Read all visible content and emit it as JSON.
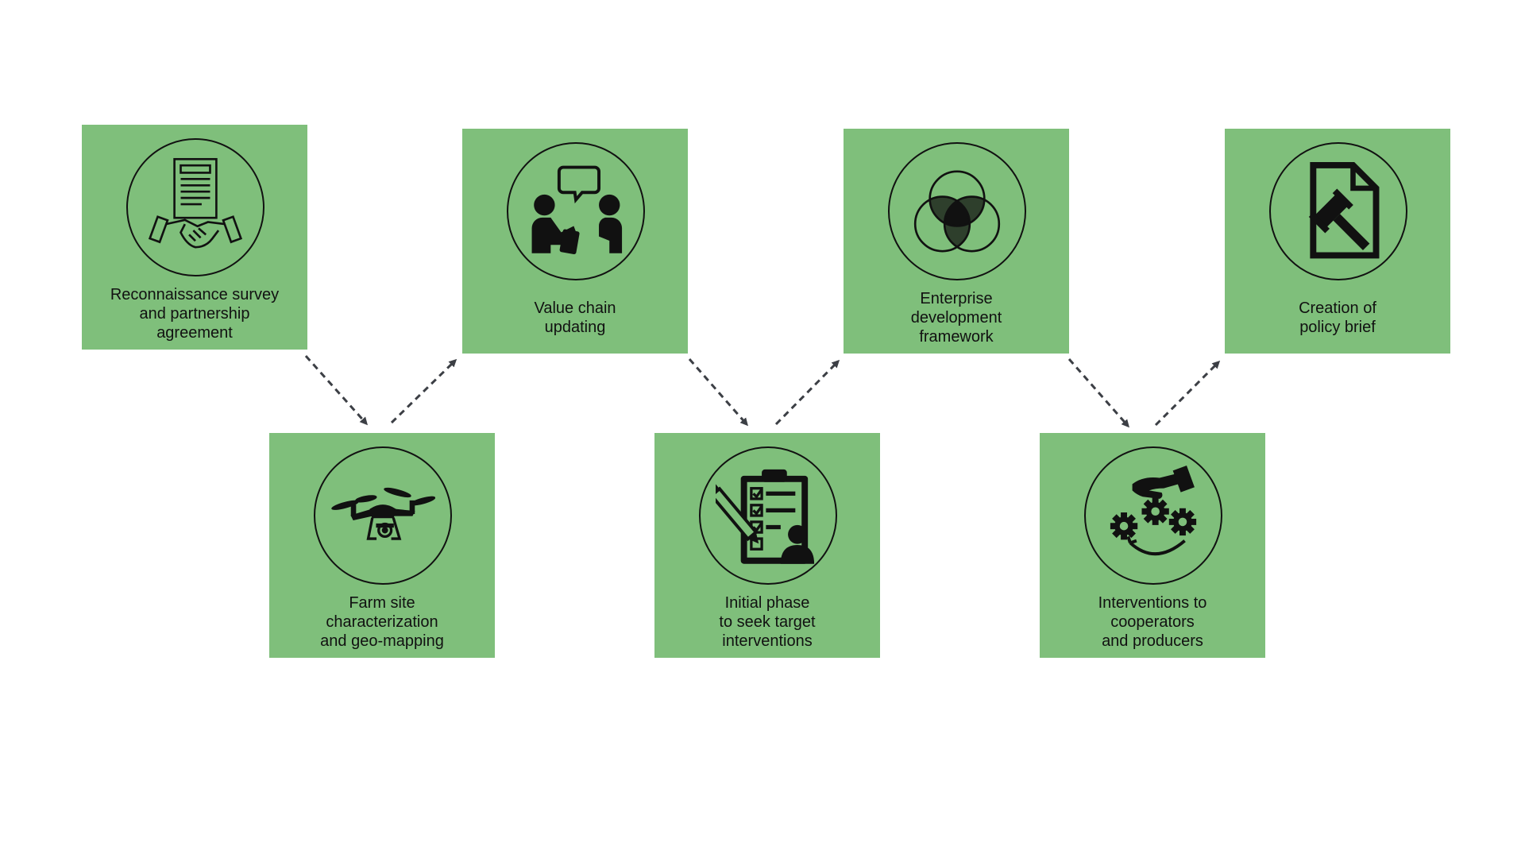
{
  "colors": {
    "card": "#7fbf7b",
    "line": "#3c3f45",
    "icon": "#111111"
  },
  "steps": [
    {
      "label": "Reconnaissance survey\nand partnership\nagreement",
      "icon": "contract-handshake-icon"
    },
    {
      "label": "Farm site\ncharacterization\nand geo-mapping",
      "icon": "drone-icon"
    },
    {
      "label": "Value chain\nupdating",
      "icon": "people-dialogue-icon"
    },
    {
      "label": "Initial phase\nto seek target\ninterventions",
      "icon": "clipboard-checklist-icon"
    },
    {
      "label": "Enterprise\ndevelopment\nframework",
      "icon": "venn-diagram-icon"
    },
    {
      "label": "Interventions to\ncooperators\nand producers",
      "icon": "hand-gears-icon"
    },
    {
      "label": "Creation of\npolicy brief",
      "icon": "document-gavel-icon"
    }
  ]
}
